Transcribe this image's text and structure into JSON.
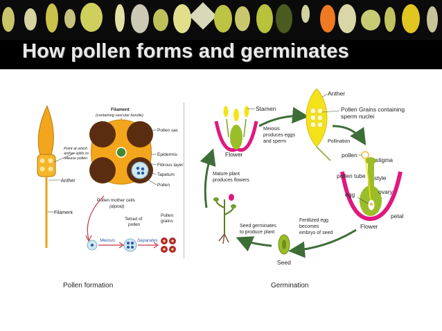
{
  "slide": {
    "title": "How pollen forms and germinates"
  },
  "pollen_formation": {
    "labels": {
      "filament_top": "Filament",
      "filament_top_sub": "(containing vascular bundle)",
      "pollen_sac": "Pollen sac",
      "epidermis": "Epidermis",
      "fibrous_layer": "Fibrous layer",
      "tapetum": "Tapetum",
      "pollen": "Pollen",
      "point_line1": "Point at which",
      "point_line2": "anther splits to",
      "point_line3": "release pollen",
      "anther": "Anther",
      "filament": "Filament",
      "mother_cells": "Pollen mother cells",
      "diploid": "(diploid)",
      "tetrad_line1": "Tetrad of",
      "tetrad_line2": "pollen",
      "grains_line1": "Pollen",
      "grains_line2": "grains",
      "meiosis": "Meiosis",
      "separates": "Separates"
    }
  },
  "germination": {
    "labels": {
      "stamen": "Stamen",
      "anther": "Anther",
      "grains_line1": "Pollen Grains containing",
      "grains_line2": "sperm nuclei",
      "meiosis_line1": "Meiosis",
      "meiosis_line2": "produces eggs",
      "meiosis_line3": "and sperm",
      "flower_left": "Flower",
      "pollination": "Pollination",
      "pollen": "pollen",
      "stigma": "stigma",
      "pollen_tube": "pollen tube",
      "style": "style",
      "ovary": "ovary",
      "egg": "egg",
      "petal": "petal",
      "flower_right": "Flower",
      "mature_line1": "Mature plant",
      "mature_line2": "produces flowers",
      "fert_line1": "Fertilized egg",
      "fert_line2": "becomes",
      "fert_line3": "embryo of seed",
      "seedgerm_line1": "Seed germinates",
      "seedgerm_line2": "to produce plant",
      "seed": "Seed"
    }
  },
  "captions": {
    "left": "Pollen formation",
    "right": "Germination"
  },
  "colors": {
    "flower_pink": "#e0187e",
    "anther_yellow": "#f4e21a",
    "filament_green": "#7a9e1f",
    "arrow_green": "#3e6e38",
    "brown": "#5b2d10",
    "pollen_orange": "#f7b733",
    "red_arrow": "#c2364a"
  }
}
